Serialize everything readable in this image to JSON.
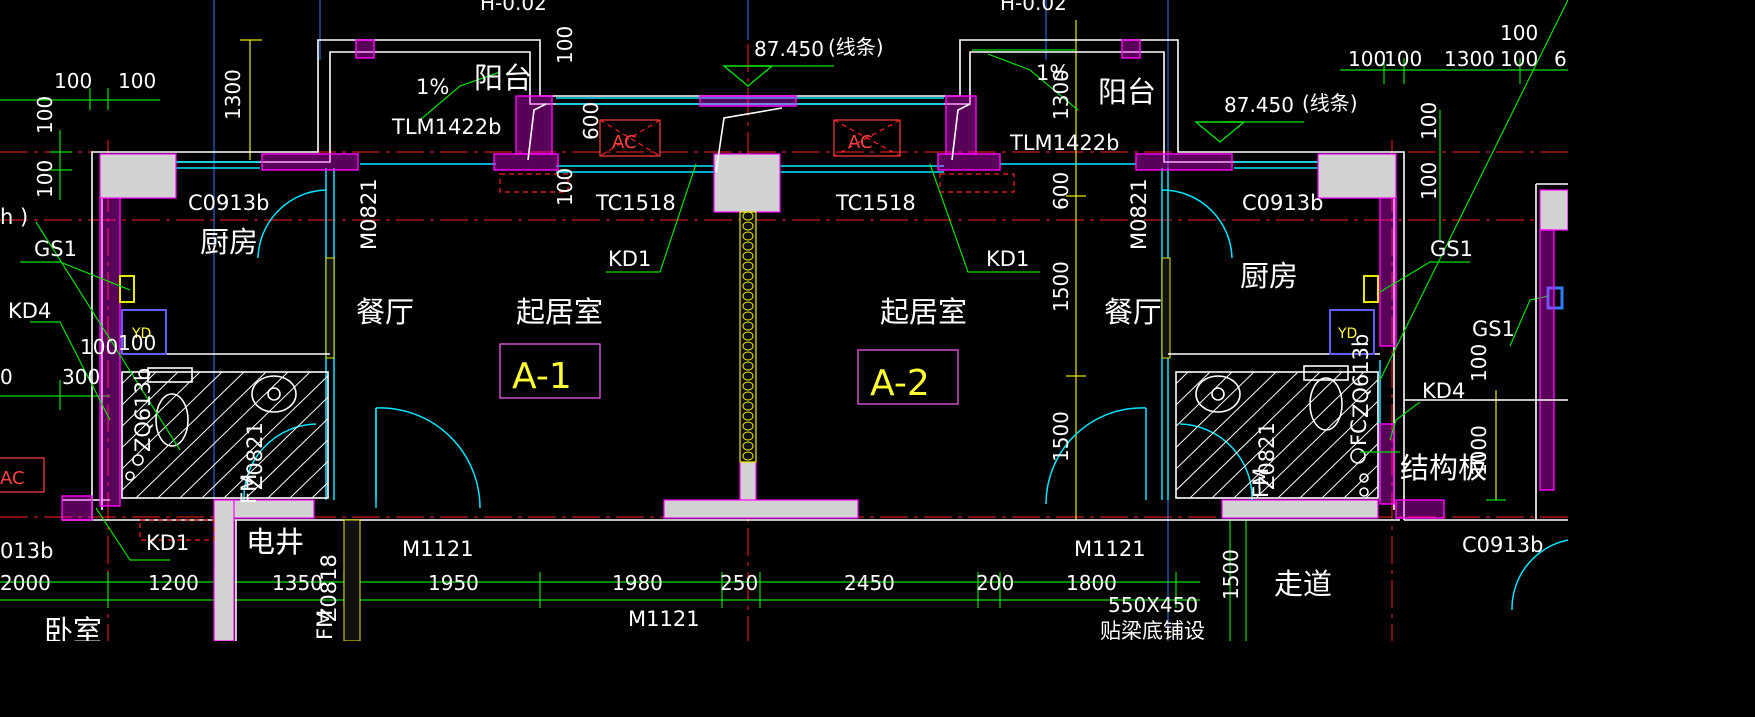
{
  "top_partial": [
    "H-0.02",
    "H-0.02"
  ],
  "elevations": {
    "text": "87.450",
    "note": "(线条)"
  },
  "rooms": {
    "balcony": "阳台",
    "kitchen": "厨房",
    "dining": "餐厅",
    "living": "起居室",
    "shaft": "电井",
    "corridor": "走道",
    "bedroom": "卧室",
    "structure_slab": "结构板"
  },
  "units": [
    "A-1",
    "A-2"
  ],
  "tags": {
    "balcony_door": "TLM1422b",
    "window_c": "C0913b",
    "window_tc": "TC1518",
    "door_m0821": "M0821",
    "door_m1121": "M1121",
    "kd1": "KD1",
    "kd4": "KD4",
    "gs1": "GS1",
    "yd": "YD",
    "zq_left": "ZQ613b",
    "zq_right": "ZQ613b",
    "fm": "FM",
    "z0821": "Z0821",
    "fc": "FC",
    "fm_bottom": "FM",
    "fm0818": "Z0818",
    "c_left_cut": "013b",
    "ac": "AC",
    "h_cut": "h )",
    "beam": "550X450",
    "beam_note": "贴梁底铺设"
  },
  "slope": "1%",
  "dims": {
    "d100": "100",
    "d1300": "1300",
    "d600": "600",
    "d1500": "1500",
    "d1000": "1000",
    "d300": "300",
    "cut0": "0",
    "bottom_2000": "2000",
    "bottom_1200": "1200",
    "bottom_1350": "1350",
    "bottom_1950": "1950",
    "bottom_1980": "1980",
    "bottom_250": "250",
    "bottom_2450": "2450",
    "bottom_200": "200",
    "bottom_1800": "1800",
    "right_6": "6",
    "right_1500": "1500"
  },
  "colors": {
    "background": "#000000",
    "wall_fill": "#d2d2d2",
    "wall_edge": "#ff00ff",
    "glazing": "#00e5ff",
    "leader": "#00e000",
    "unit_label": "#ffff33",
    "axis": "#ff2020"
  }
}
